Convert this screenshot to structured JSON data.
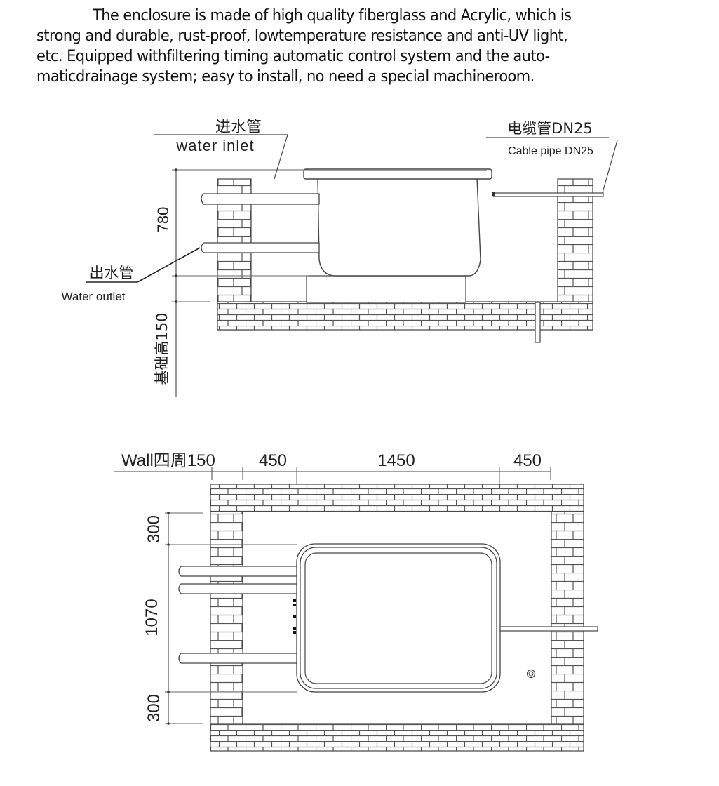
{
  "description": {
    "text": "The enclosure is made of high quality fiberglass and Acrylic, which is strong and durable, rust-proof, lowtemperature resistance and anti-UV light, etc. Equipped withfiltering timing automatic control system and the auto-maticdrainage system; easy to install, no need a special machineroom.",
    "lines": [
      "The enclosure is made of high quality fiberglass and Acrylic, which is",
      "strong and durable, rust-proof, lowtemperature resistance and anti-UV light,",
      "etc. Equipped withfiltering timing automatic control system and the auto-",
      "maticdrainage system; easy to install, no need a special machineroom."
    ]
  },
  "side_view": {
    "water_inlet_cn": "进水管",
    "water_inlet_en": "water inlet",
    "cable_pipe_cn": "电缆管DN25",
    "cable_pipe_en": "Cable pipe DN25",
    "water_outlet_cn": "出水管",
    "water_outlet_en": "Water outlet",
    "height_dim": "780",
    "foundation_dim": "基础高150"
  },
  "plan_view": {
    "wall_label": "Wall四周150",
    "dim_left_clear": "450",
    "dim_tub_length": "1450",
    "dim_right_clear": "450",
    "dim_top_clear": "300",
    "dim_tub_width": "1070",
    "dim_bottom_clear": "300"
  },
  "colors": {
    "line": "#3a3a3a",
    "brick": "#555555",
    "text": "#222222"
  }
}
